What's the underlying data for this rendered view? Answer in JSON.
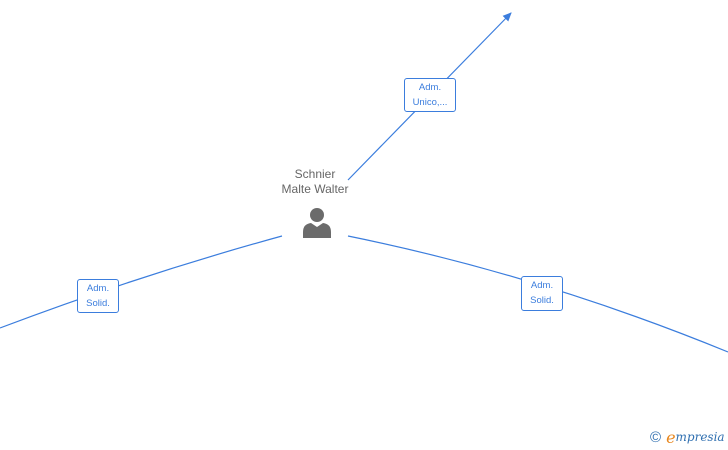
{
  "person": {
    "name_line1": "Schnier",
    "name_line2": "Malte Walter"
  },
  "relations": [
    {
      "id": "top",
      "line1": "Adm.",
      "line2": "Unico,..."
    },
    {
      "id": "left",
      "line1": "Adm.",
      "line2": "Solid."
    },
    {
      "id": "right",
      "line1": "Adm.",
      "line2": "Solid."
    }
  ],
  "brand": {
    "copyright": "©",
    "logo_initial": "e",
    "logo_rest": "mpresia"
  },
  "colors": {
    "edge": "#3b7ddd",
    "person_icon": "#6b6b6b",
    "name_text": "#666666"
  }
}
